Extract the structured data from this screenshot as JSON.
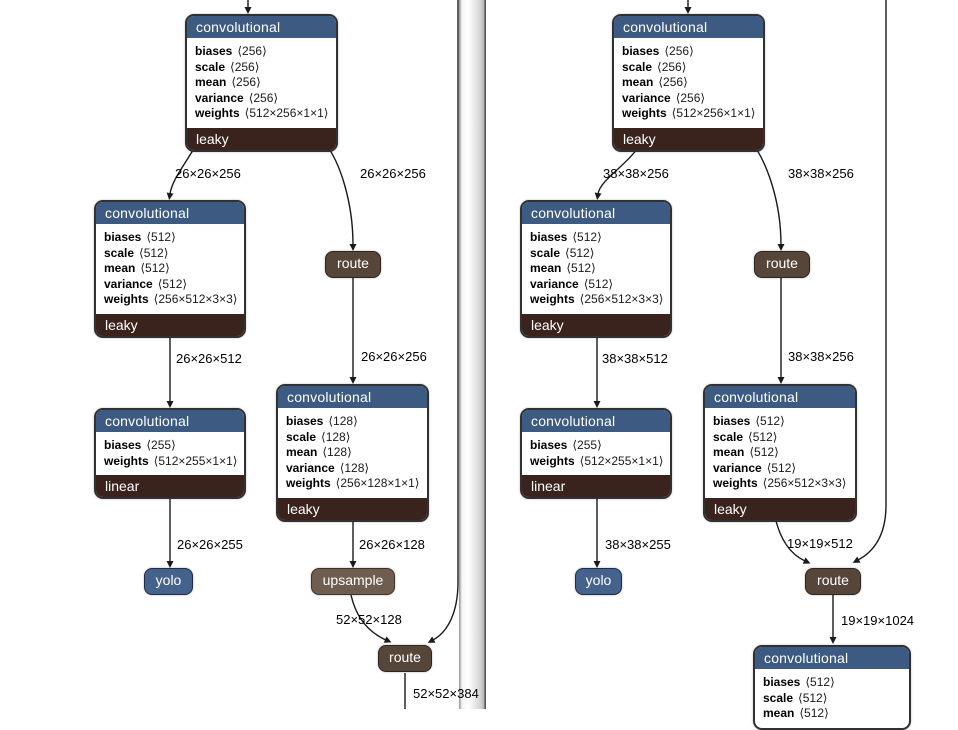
{
  "left": {
    "conv1": {
      "title": "convolutional",
      "act": "leaky",
      "fields": [
        {
          "n": "biases",
          "v": "⟨256⟩"
        },
        {
          "n": "scale",
          "v": "⟨256⟩"
        },
        {
          "n": "mean",
          "v": "⟨256⟩"
        },
        {
          "n": "variance",
          "v": "⟨256⟩"
        },
        {
          "n": "weights",
          "v": "⟨512×256×1×1⟩"
        }
      ]
    },
    "conv2": {
      "title": "convolutional",
      "act": "leaky",
      "fields": [
        {
          "n": "biases",
          "v": "⟨512⟩"
        },
        {
          "n": "scale",
          "v": "⟨512⟩"
        },
        {
          "n": "mean",
          "v": "⟨512⟩"
        },
        {
          "n": "variance",
          "v": "⟨512⟩"
        },
        {
          "n": "weights",
          "v": "⟨256×512×3×3⟩"
        }
      ]
    },
    "conv3": {
      "title": "convolutional",
      "act": "linear",
      "fields": [
        {
          "n": "biases",
          "v": "⟨255⟩"
        },
        {
          "n": "weights",
          "v": "⟨512×255×1×1⟩"
        }
      ]
    },
    "conv4": {
      "title": "convolutional",
      "act": "leaky",
      "fields": [
        {
          "n": "biases",
          "v": "⟨128⟩"
        },
        {
          "n": "scale",
          "v": "⟨128⟩"
        },
        {
          "n": "mean",
          "v": "⟨128⟩"
        },
        {
          "n": "variance",
          "v": "⟨128⟩"
        },
        {
          "n": "weights",
          "v": "⟨256×128×1×1⟩"
        }
      ]
    },
    "route1": "route",
    "route2": "route",
    "upsample": "upsample",
    "yolo": "yolo",
    "labels": {
      "e1": "26×26×256",
      "e2": "26×26×256",
      "e3": "26×26×512",
      "e4": "26×26×256",
      "e5": "26×26×255",
      "e6": "26×26×128",
      "e7": "52×52×128",
      "e8": "52×52×384"
    }
  },
  "right": {
    "conv1": {
      "title": "convolutional",
      "act": "leaky",
      "fields": [
        {
          "n": "biases",
          "v": "⟨256⟩"
        },
        {
          "n": "scale",
          "v": "⟨256⟩"
        },
        {
          "n": "mean",
          "v": "⟨256⟩"
        },
        {
          "n": "variance",
          "v": "⟨256⟩"
        },
        {
          "n": "weights",
          "v": "⟨512×256×1×1⟩"
        }
      ]
    },
    "conv2": {
      "title": "convolutional",
      "act": "leaky",
      "fields": [
        {
          "n": "biases",
          "v": "⟨512⟩"
        },
        {
          "n": "scale",
          "v": "⟨512⟩"
        },
        {
          "n": "mean",
          "v": "⟨512⟩"
        },
        {
          "n": "variance",
          "v": "⟨512⟩"
        },
        {
          "n": "weights",
          "v": "⟨256×512×3×3⟩"
        }
      ]
    },
    "conv3": {
      "title": "convolutional",
      "act": "linear",
      "fields": [
        {
          "n": "biases",
          "v": "⟨255⟩"
        },
        {
          "n": "weights",
          "v": "⟨512×255×1×1⟩"
        }
      ]
    },
    "conv4": {
      "title": "convolutional",
      "act": "leaky",
      "fields": [
        {
          "n": "biases",
          "v": "⟨512⟩"
        },
        {
          "n": "scale",
          "v": "⟨512⟩"
        },
        {
          "n": "mean",
          "v": "⟨512⟩"
        },
        {
          "n": "variance",
          "v": "⟨512⟩"
        },
        {
          "n": "weights",
          "v": "⟨256×512×3×3⟩"
        }
      ]
    },
    "conv5": {
      "title": "convolutional",
      "fields": [
        {
          "n": "biases",
          "v": "⟨512⟩"
        },
        {
          "n": "scale",
          "v": "⟨512⟩"
        },
        {
          "n": "mean",
          "v": "⟨512⟩"
        }
      ]
    },
    "route1": "route",
    "route2": "route",
    "yolo": "yolo",
    "labels": {
      "e1": "38×38×256",
      "e2": "38×38×256",
      "e3": "38×38×512",
      "e4": "38×38×256",
      "e5": "38×38×255",
      "e6": "19×19×512",
      "e7": "19×19×1024"
    }
  }
}
